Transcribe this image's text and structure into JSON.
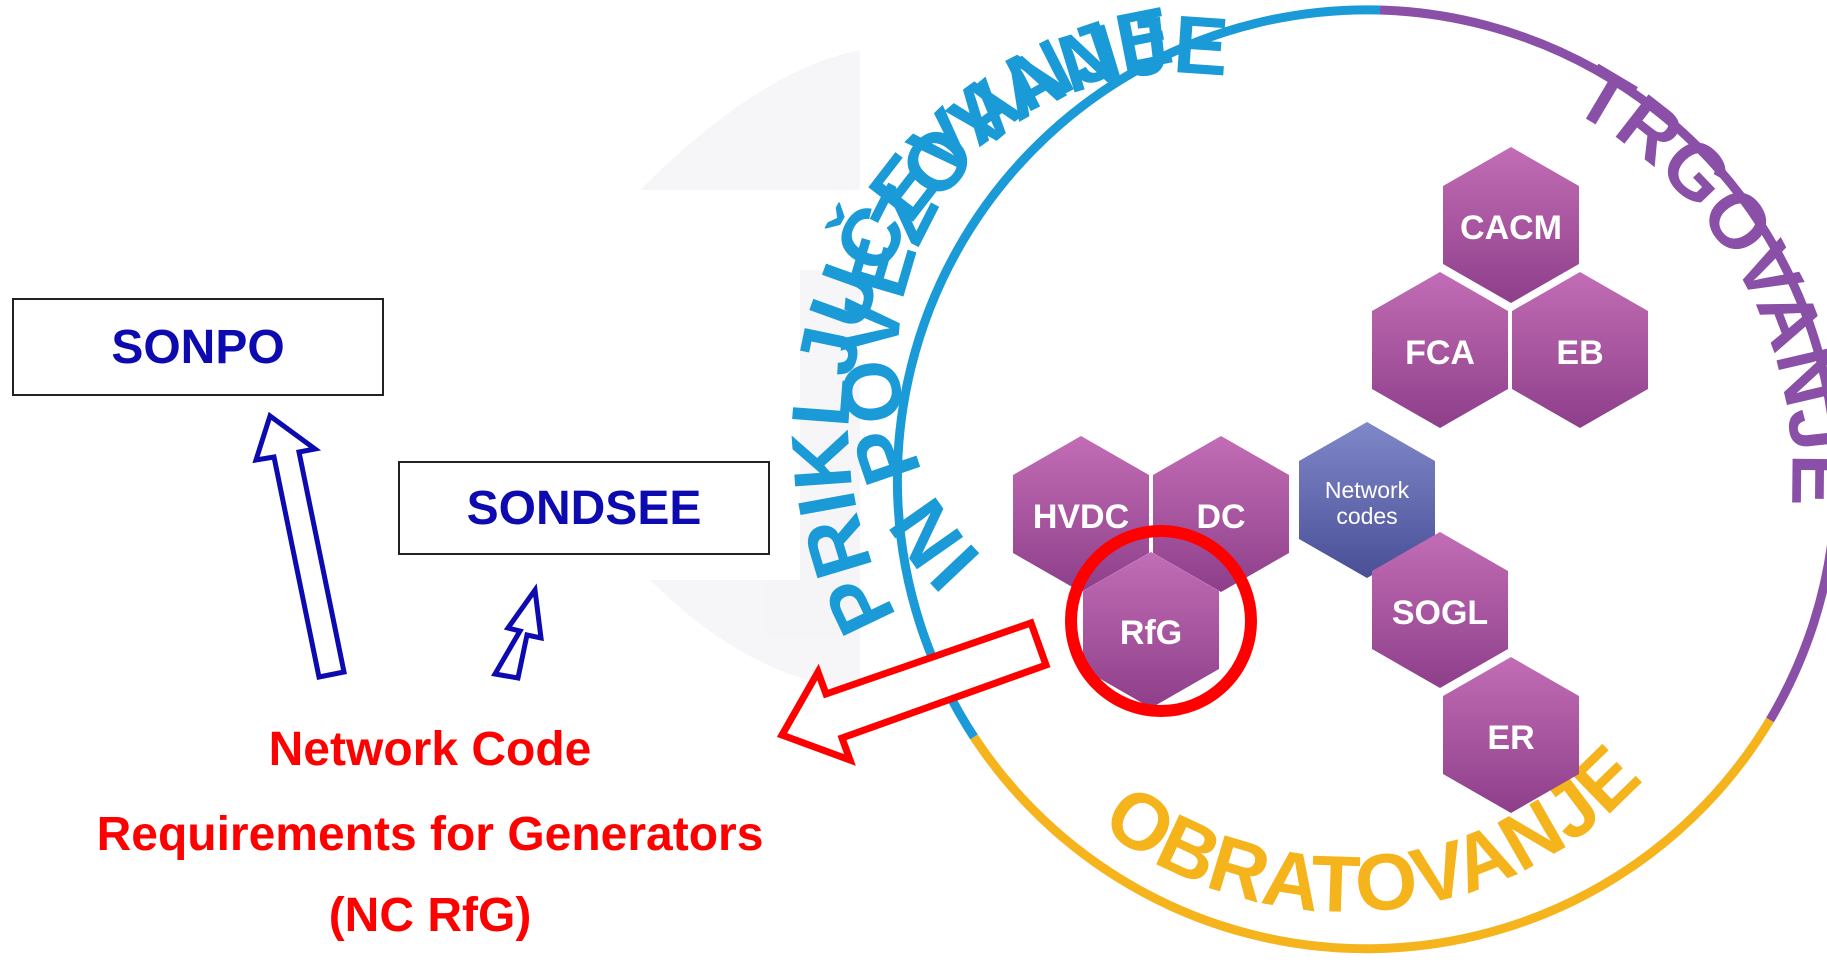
{
  "boxes": {
    "sonpo": "SONPO",
    "sondsee": "SONDSEE"
  },
  "network_code": {
    "line1": "Network Code",
    "line2": "Requirements for Generators",
    "line3": "(NC RfG)"
  },
  "ring_labels": {
    "prikljucevanje": "PRIKLJUČEVANJE",
    "povezovanje": "IN POVEZOVANJE",
    "trgovanje": "TRGOVANJE",
    "obratovanje": "OBRATOVANJE"
  },
  "hexagons": {
    "cacm": "CACM",
    "fca": "FCA",
    "eb": "EB",
    "hvdc": "HVDC",
    "dc": "DC",
    "network_codes_line1": "Network",
    "network_codes_line2": "codes",
    "rfg": "RfG",
    "sogl": "SOGL",
    "er": "ER"
  },
  "colors": {
    "blue_text": "#0d0ab0",
    "red": "#ff0000",
    "ring_blue": "#1a9ad6",
    "ring_purple": "#8a4fa6",
    "ring_yellow": "#f5b31c",
    "hex_purple": "#a9559e",
    "hex_center": "#5a62a8"
  }
}
